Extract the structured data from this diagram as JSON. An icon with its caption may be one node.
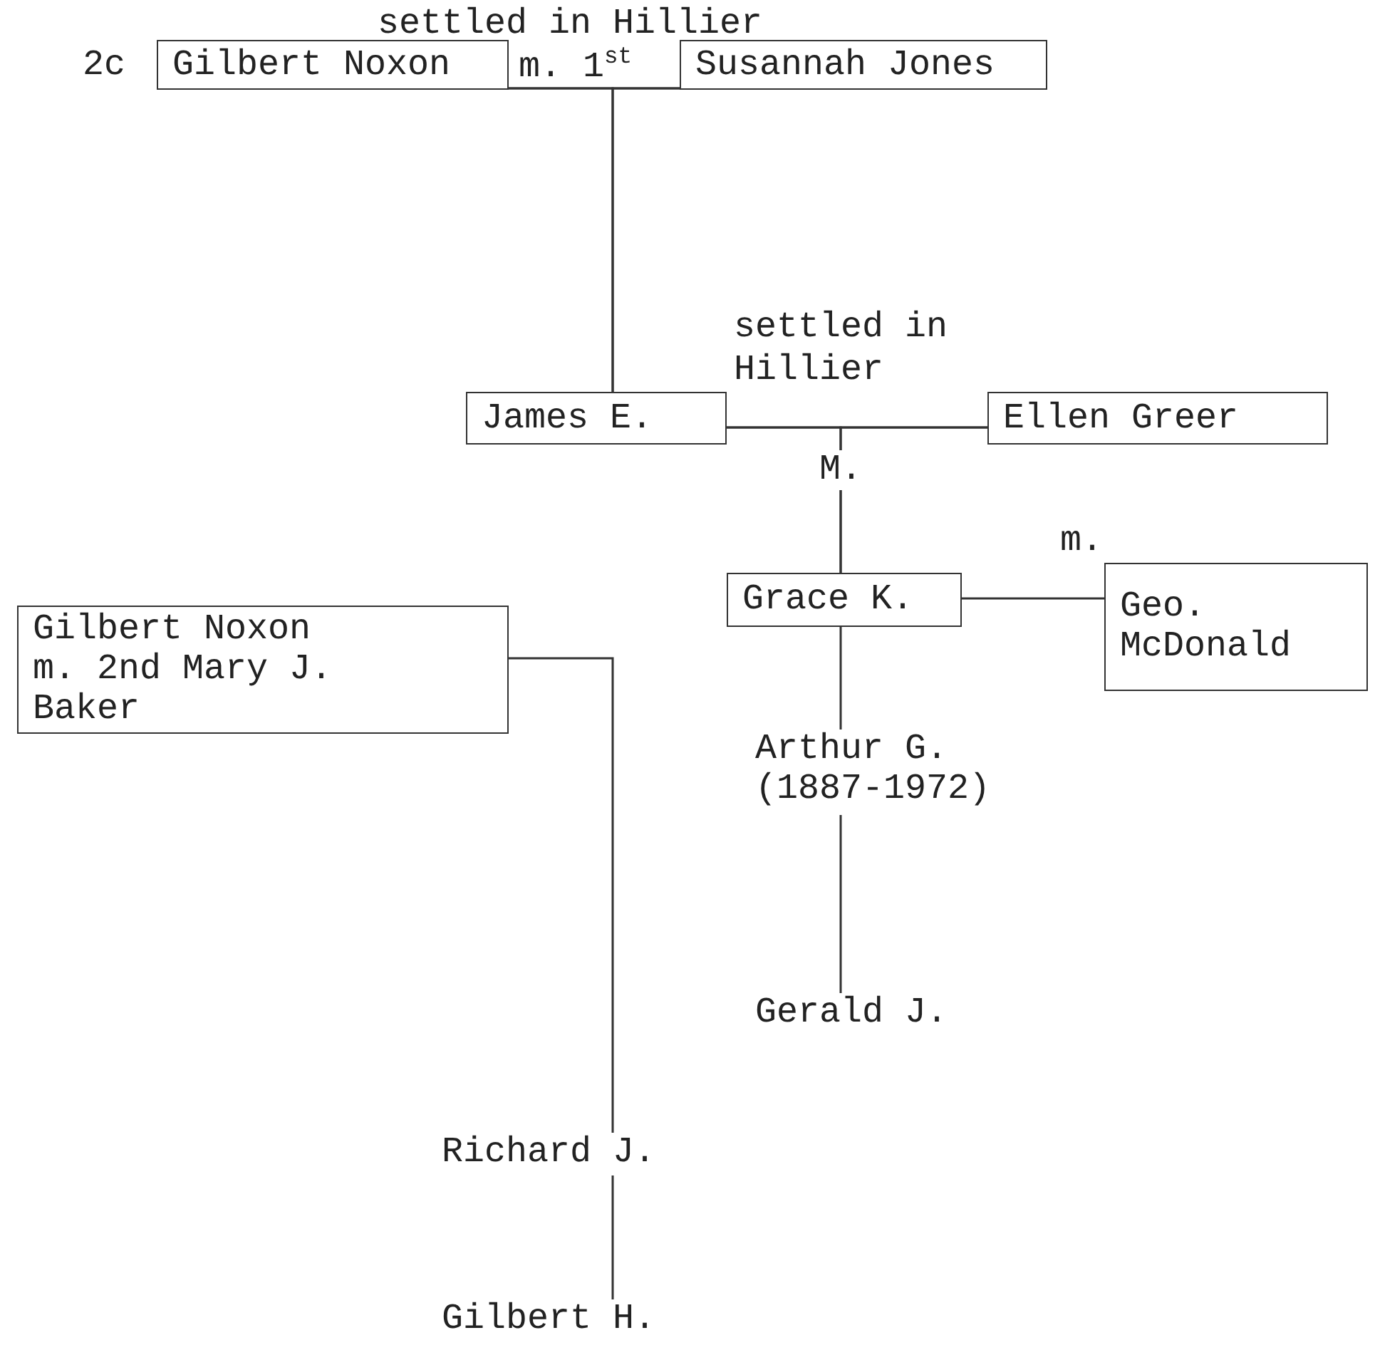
{
  "diagram": {
    "nodes": [
      {
        "text": [
          "Gilbert Noxon"
        ]
      },
      {
        "text": [
          "Susannah Jones"
        ]
      },
      {
        "text": [
          "James E."
        ]
      },
      {
        "text": [
          "Ellen Greer"
        ]
      },
      {
        "text": [
          "Grace K."
        ]
      },
      {
        "text": [
          "Geo. McDonald"
        ]
      },
      {
        "text": [
          "Gilbert Noxon m. 2nd Mary J. Baker"
        ]
      },
      {
        "text": [
          "Arthur G. (1887-1972)"
        ]
      },
      {
        "text": [
          "Gerald J."
        ]
      },
      {
        "text": [
          "Richard J."
        ]
      },
      {
        "text": [
          "Gilbert H."
        ]
      }
    ],
    "edges": [
      {
        "from": 0,
        "to": 1,
        "arrow": "none",
        "label": "m. 1$^{st}$"
      },
      {
        "from": 0,
        "to": 2,
        "arrow": "none"
      },
      {
        "from": 1,
        "to": 2,
        "arrow": "none"
      },
      {
        "from": 2,
        "to": 3,
        "arrow": "none",
        "label": "M."
      },
      {
        "from": 2,
        "to": 4,
        "arrow": "none"
      },
      {
        "from": 3,
        "to": 4,
        "arrow": "none"
      },
      {
        "from": 4,
        "to": 5,
        "arrow": "none",
        "label": "m."
      },
      {
        "from": 4,
        "to": 7,
        "arrow": "none"
      },
      {
        "from": 7,
        "to": 8,
        "arrow": "none"
      },
      {
        "from": 6,
        "to": 9,
        "arrow": "none"
      },
      {
        "from": 9,
        "to": 10,
        "arrow": "none"
      }
    ],
    "labels": [
      "settled in Hillier",
      "2c",
      "settled in Hillier"
    ]
  }
}
